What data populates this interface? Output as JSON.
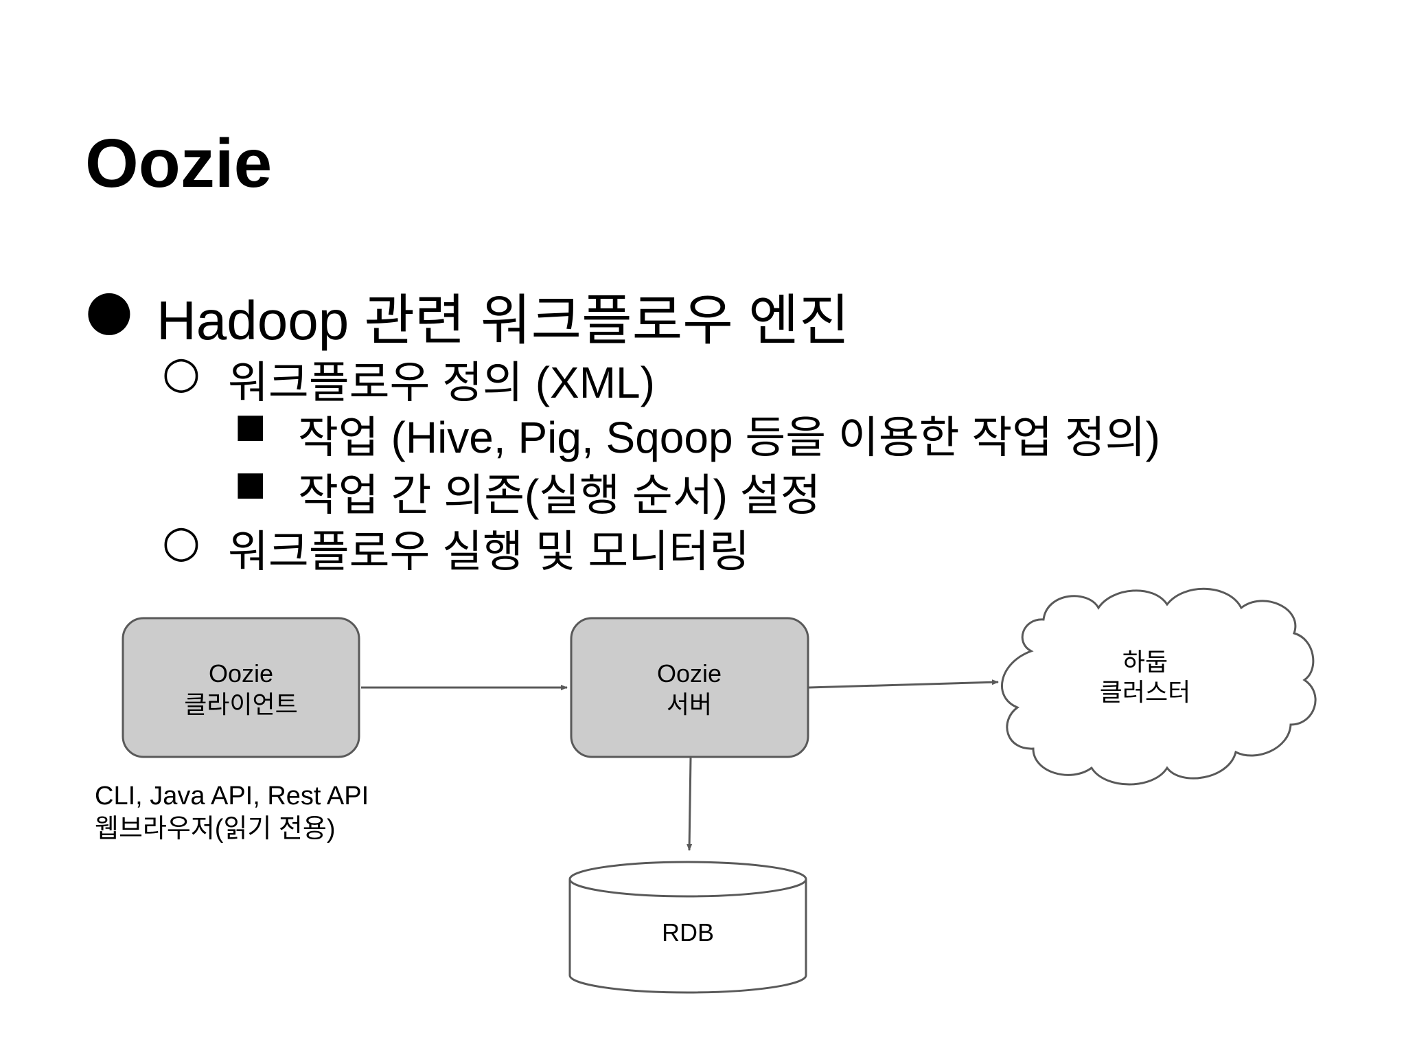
{
  "slide": {
    "title": "Oozie",
    "bullets": [
      {
        "level": 1,
        "marker": "●",
        "text": "Hadoop 관련 워크플로우 엔진"
      },
      {
        "level": 2,
        "marker": "○",
        "text": "워크플로우 정의 (XML)"
      },
      {
        "level": 3,
        "marker": "■",
        "text": "작업 (Hive, Pig, Sqoop 등을 이용한 작업 정의)"
      },
      {
        "level": 3,
        "marker": "■",
        "text": "작업 간 의존(실행 순서) 설정"
      },
      {
        "level": 2,
        "marker": "○",
        "text": "워크플로우 실행 및 모니터링"
      }
    ]
  },
  "diagram": {
    "client": {
      "line1": "Oozie",
      "line2": "클라이언트"
    },
    "server": {
      "line1": "Oozie",
      "line2": "서버"
    },
    "cluster": {
      "line1": "하둡",
      "line2": "클러스터"
    },
    "database": {
      "label": "RDB"
    },
    "client_caption": {
      "line1": "CLI, Java API, Rest API",
      "line2": "웹브라우저(읽기 전용)"
    },
    "colors": {
      "box_fill": "#cccccc",
      "stroke": "#595959",
      "arrow": "#595959",
      "cloud_fill": "#ffffff"
    }
  }
}
